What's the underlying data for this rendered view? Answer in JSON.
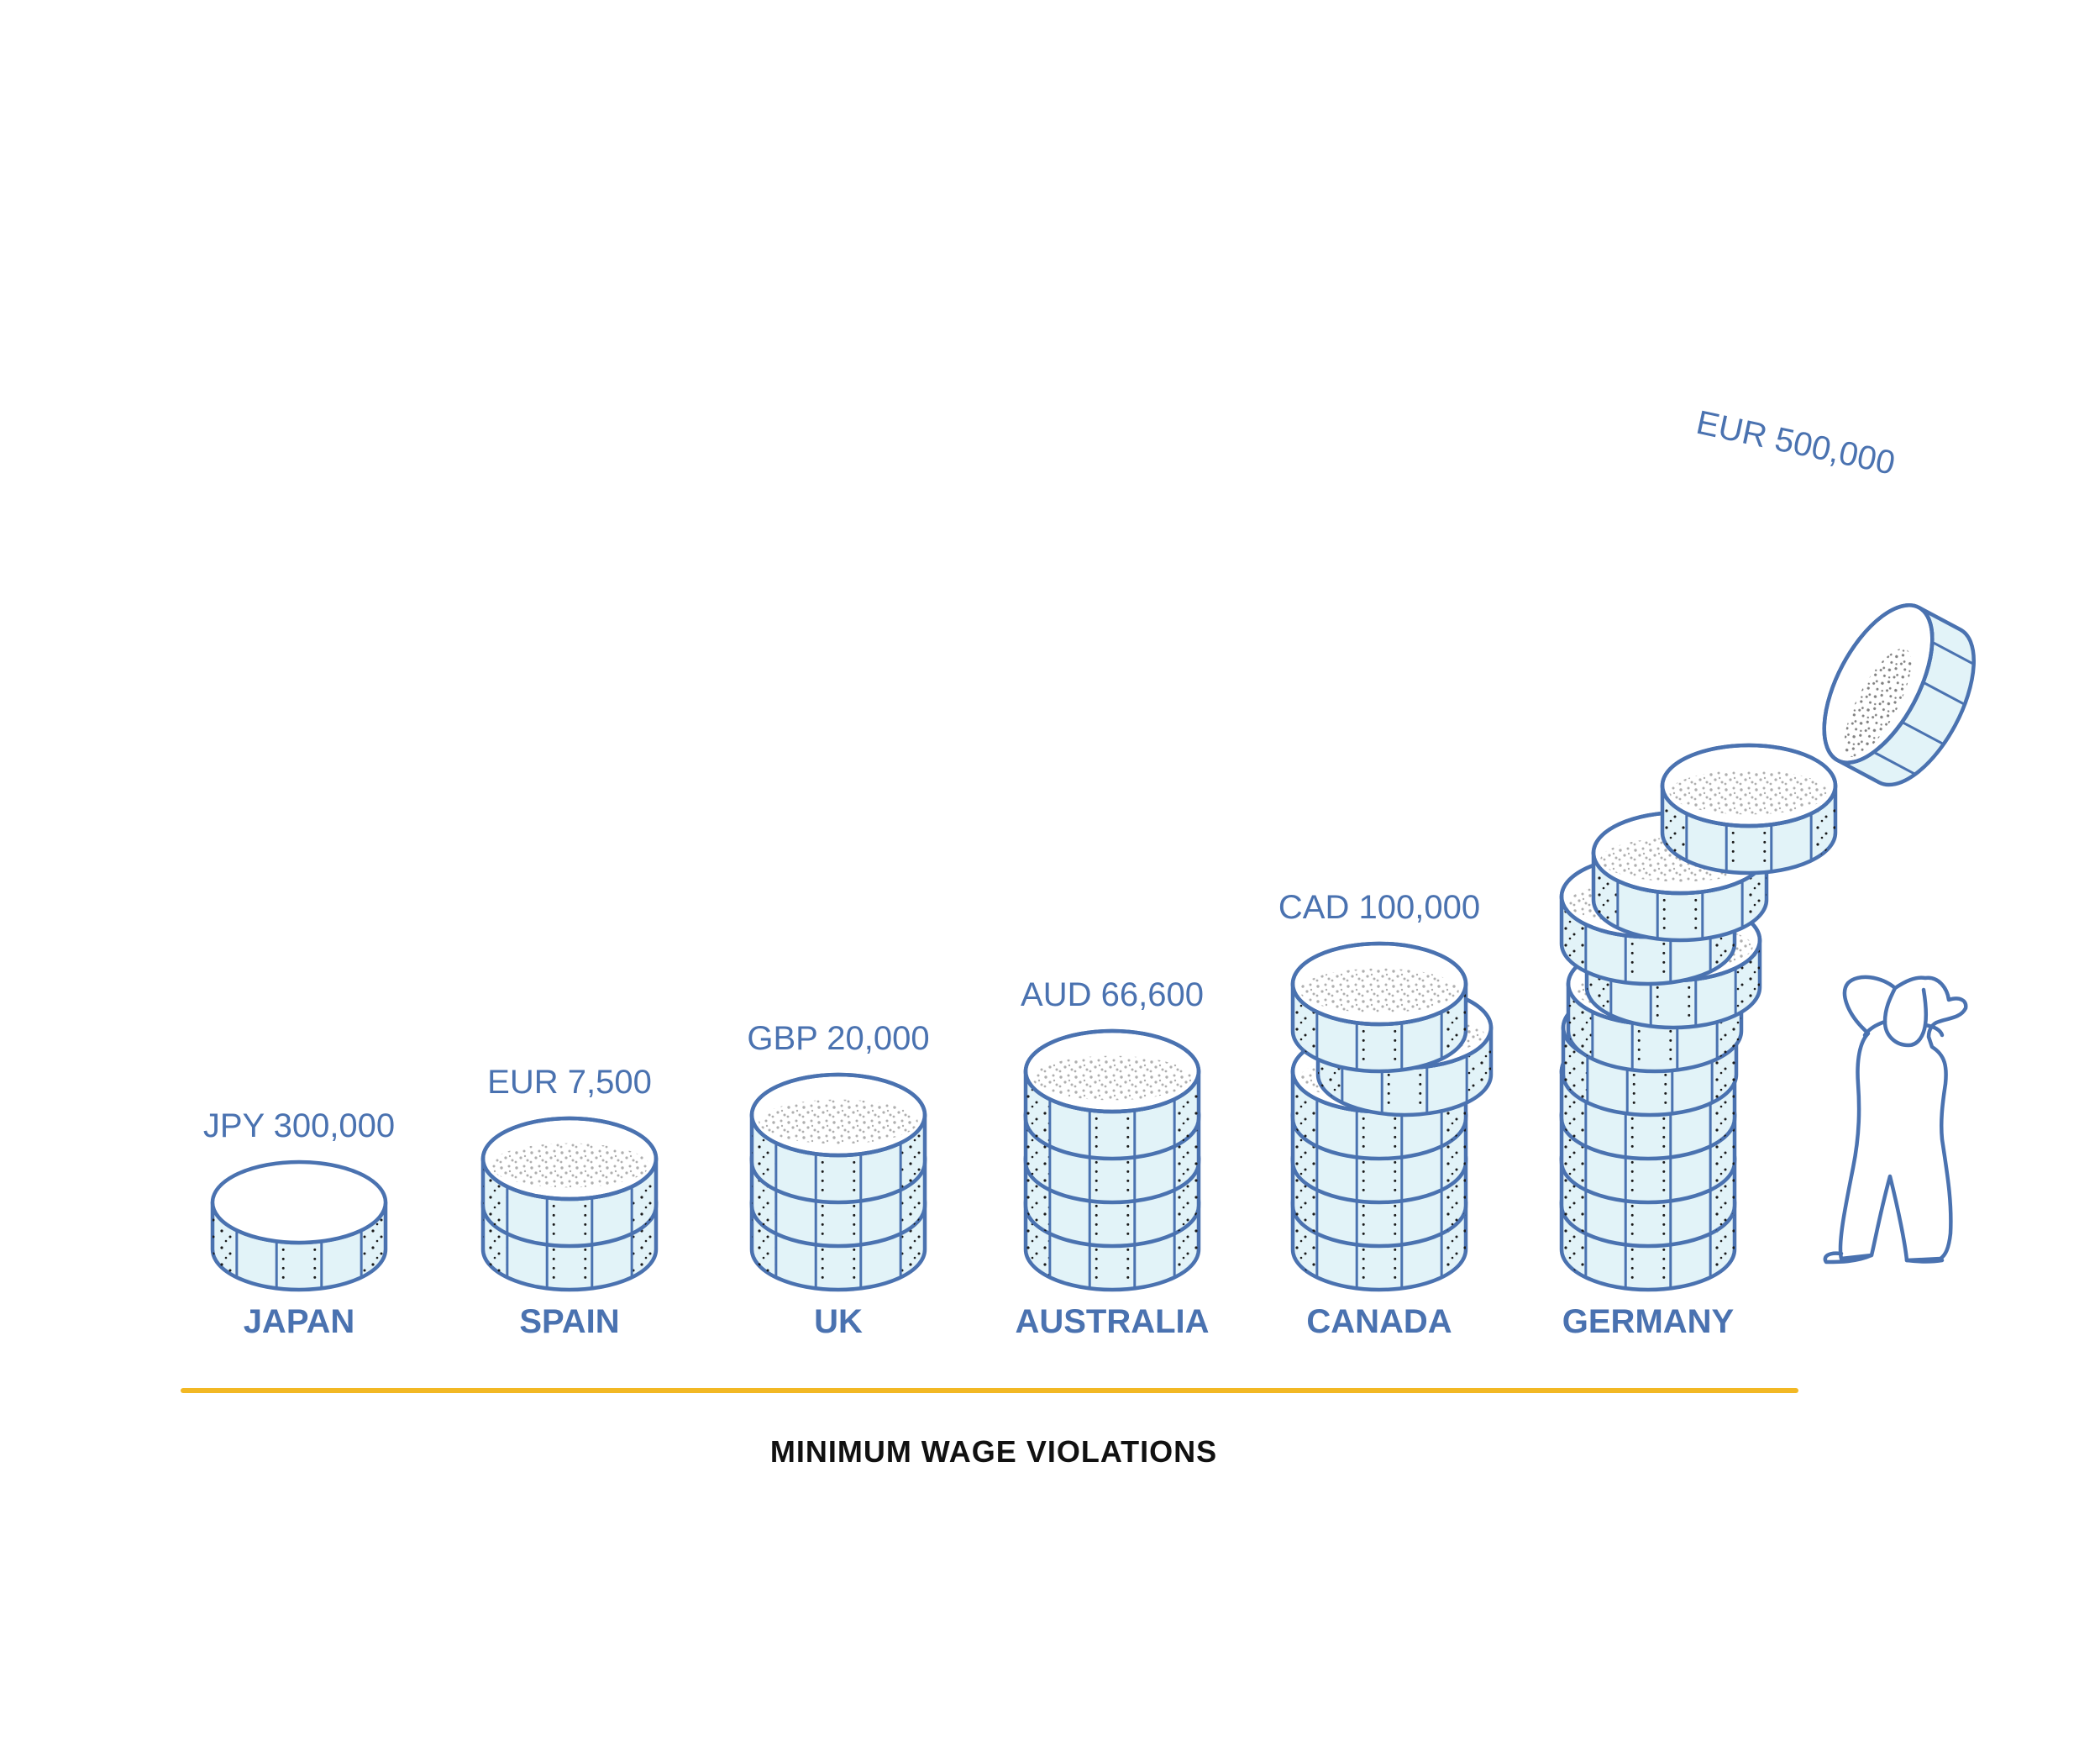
{
  "chart_data": {
    "type": "bar",
    "title": "",
    "xlabel": "MINIMUM WAGE VIOLATIONS",
    "ylabel": "",
    "categories": [
      "JAPAN",
      "SPAIN",
      "UK",
      "AUSTRALIA",
      "CANADA",
      "GERMANY"
    ],
    "value_labels": [
      "JPY 300,000",
      "EUR 7,500",
      "GBP 20,000",
      "AUD 66,600",
      "CAD 100,000",
      "EUR 500,000"
    ],
    "coin_counts": [
      1,
      2,
      3,
      4,
      6,
      10
    ],
    "extra_falling_coins": [
      0,
      0,
      0,
      0,
      0,
      1
    ],
    "grid": false,
    "legend": "none",
    "colors": {
      "coin_outline": "#4a72b0",
      "coin_edge": "#e2f3f8",
      "label_text": "#4a72b0",
      "baseline": "#f2b824",
      "axis_title": "#111111",
      "stipple": "#1a1a1a"
    }
  },
  "decorations": {
    "figure_icon": "person-hands-on-head-icon"
  }
}
